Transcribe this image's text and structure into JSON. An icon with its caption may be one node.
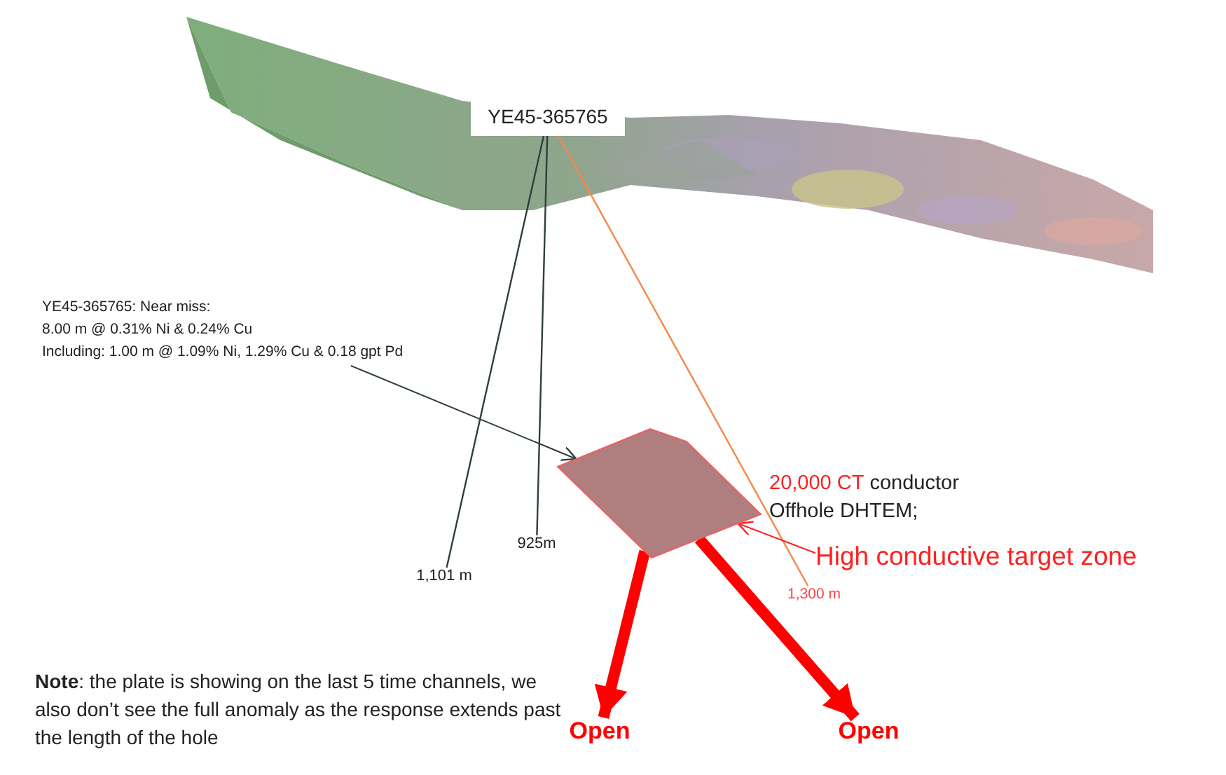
{
  "diagram": {
    "nodes": [
      {
        "text": [
          "YE45-365765"
        ]
      },
      {
        "text": [
          "YE45-365765: Near miss:",
          "8.00 m @ 0.31% Ni & 0.24% Cu",
          "Including: 1.00 m @ 1.09% Ni, 1.29% Cu & 0.18 gpt Pd"
        ]
      },
      {
        "text": [],
        "shape": "polygon"
      },
      {
        "text": [
          "High conductive target zone"
        ]
      },
      {
        "text": [
          "1,101 m"
        ]
      },
      {
        "text": [
          "925m"
        ]
      },
      {
        "text": [
          "1,300 m"
        ]
      },
      {
        "text": [
          "Open"
        ]
      },
      {
        "text": [
          "Open"
        ]
      }
    ],
    "edges": [
      {
        "from": 0,
        "to": 4,
        "arrow": "none"
      },
      {
        "from": 0,
        "to": 5,
        "arrow": "none"
      },
      {
        "from": 0,
        "to": 6,
        "arrow": "none",
        "color": "#f4884a"
      },
      {
        "from": 1,
        "to": 2,
        "arrow": "to"
      },
      {
        "from": 3,
        "to": 2,
        "arrow": "to",
        "color": "#ff2020"
      },
      {
        "from": 2,
        "to": 7,
        "arrow": "to",
        "style": "thick",
        "color": "#ff0000"
      },
      {
        "from": 2,
        "to": 8,
        "arrow": "to",
        "style": "thick",
        "color": "#ff0000"
      }
    ],
    "labels": [
      "20,000 CT",
      "conductor",
      "Offhole DHTEM;",
      "**Note**: the plate is showing on the last 5 time channels, we also don’t see the full anomaly as the response extends past the length of the hole"
    ]
  }
}
